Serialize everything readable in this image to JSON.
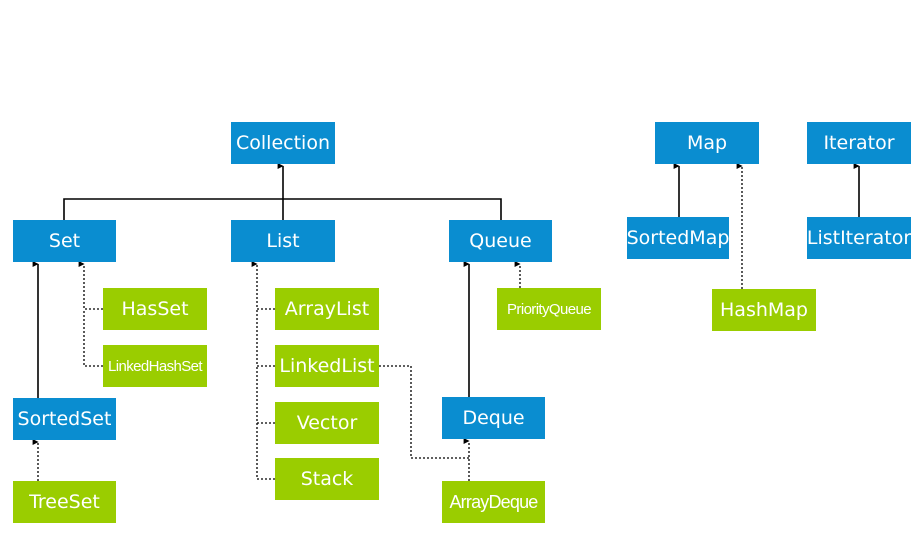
{
  "nodes": {
    "collection": "Collection",
    "set": "Set",
    "list": "List",
    "queue": "Queue",
    "hasset": "HasSet",
    "linkedhashset": "LinkedHashSet",
    "sortedset": "SortedSet",
    "treeset": "TreeSet",
    "arraylist": "ArrayList",
    "linkedlist": "LinkedList",
    "vector": "Vector",
    "stack": "Stack",
    "priorityqueue": "PriorityQueue",
    "deque": "Deque",
    "arraydeque": "ArrayDeque",
    "map": "Map",
    "sortedmap": "SortedMap",
    "hashmap": "HashMap",
    "iterator": "Iterator",
    "listiterator": "ListIterator"
  },
  "colors": {
    "interface": "#0a8dd0",
    "implementation": "#9acd00",
    "text": "#ffffff",
    "connector": "#000000"
  },
  "edges": [
    {
      "from": "set",
      "to": "collection",
      "style": "solid"
    },
    {
      "from": "list",
      "to": "collection",
      "style": "solid"
    },
    {
      "from": "queue",
      "to": "collection",
      "style": "solid"
    },
    {
      "from": "hasset",
      "to": "set",
      "style": "dotted"
    },
    {
      "from": "linkedhashset",
      "to": "set",
      "style": "dotted"
    },
    {
      "from": "sortedset",
      "to": "set",
      "style": "solid"
    },
    {
      "from": "treeset",
      "to": "sortedset",
      "style": "dotted"
    },
    {
      "from": "arraylist",
      "to": "list",
      "style": "dotted"
    },
    {
      "from": "linkedlist",
      "to": "list",
      "style": "dotted"
    },
    {
      "from": "vector",
      "to": "list",
      "style": "dotted"
    },
    {
      "from": "stack",
      "to": "list",
      "style": "dotted"
    },
    {
      "from": "priorityqueue",
      "to": "queue",
      "style": "dotted"
    },
    {
      "from": "deque",
      "to": "queue",
      "style": "solid"
    },
    {
      "from": "arraydeque",
      "to": "deque",
      "style": "dotted"
    },
    {
      "from": "linkedlist",
      "to": "deque",
      "style": "dotted"
    },
    {
      "from": "sortedmap",
      "to": "map",
      "style": "solid"
    },
    {
      "from": "hashmap",
      "to": "map",
      "style": "dotted"
    },
    {
      "from": "listiterator",
      "to": "iterator",
      "style": "solid"
    }
  ]
}
